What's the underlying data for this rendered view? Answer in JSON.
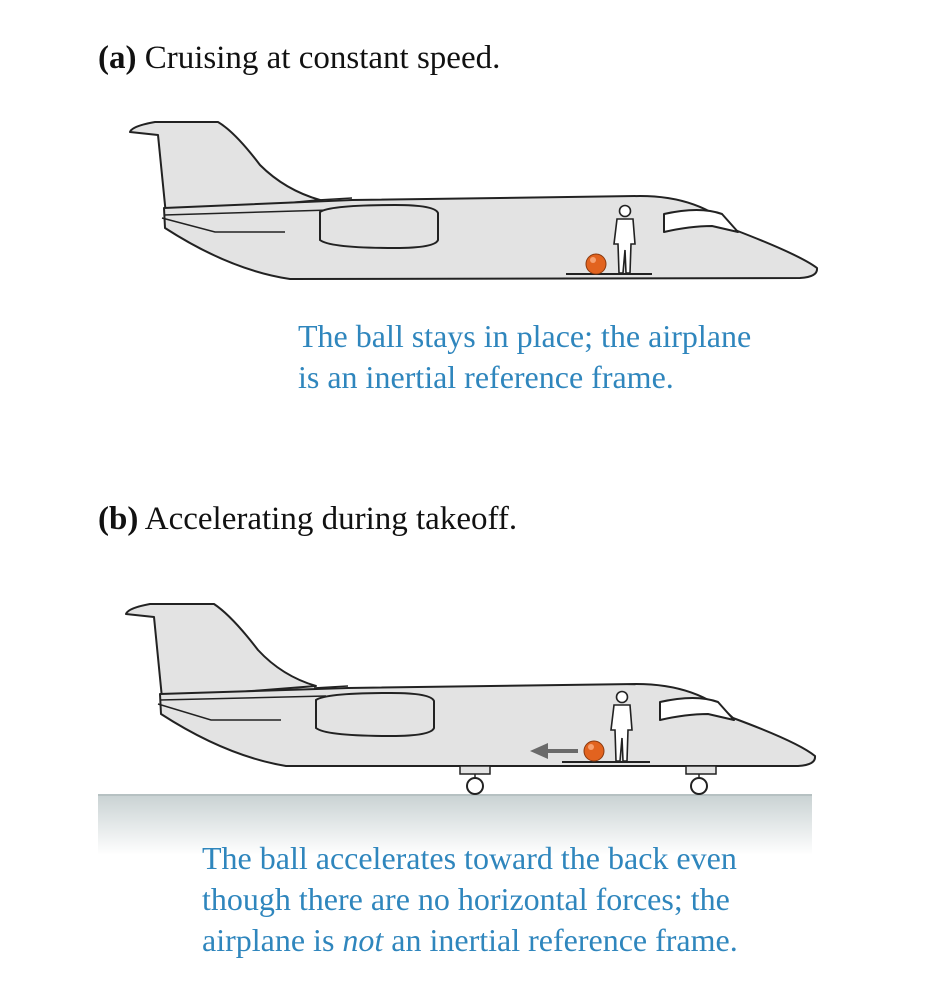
{
  "colors": {
    "caption": "#2f86bd",
    "text": "#111111",
    "fuselage": "#e3e3e3",
    "outline": "#222222",
    "ball": "#e2631f",
    "ground": "#cfd8d9"
  },
  "panel_a": {
    "tag": "(a)",
    "title": "Cruising at constant speed.",
    "caption_line1": "The ball stays in place; the airplane",
    "caption_line2": "is an inertial reference frame."
  },
  "panel_b": {
    "tag": "(b)",
    "title": "Accelerating during takeoff.",
    "caption_line1": "The ball accelerates toward the back even",
    "caption_line2": "though there are no horizontal forces; the",
    "caption_line3_before": "airplane is ",
    "caption_line3_emph": "not",
    "caption_line3_after": " an inertial reference frame."
  },
  "icons": {
    "airplane": "airplane-icon",
    "person": "person-icon",
    "ball": "ball-icon",
    "arrow": "arrow-left-icon"
  }
}
